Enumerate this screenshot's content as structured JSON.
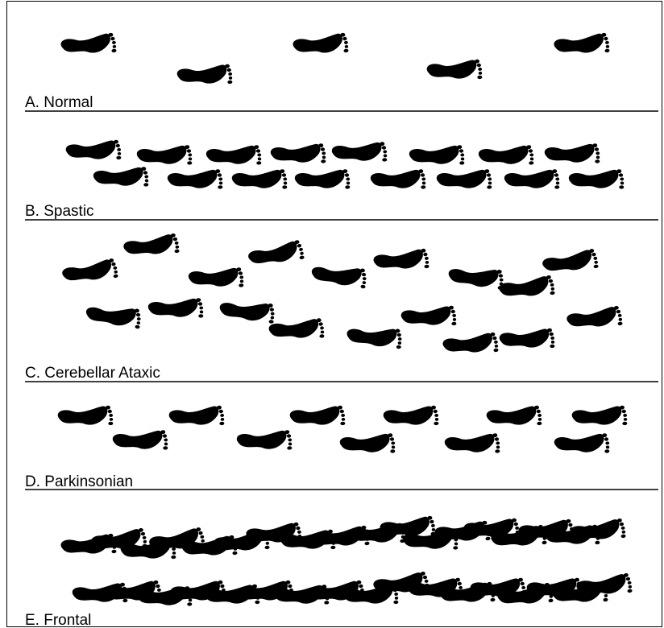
{
  "panels": [
    {
      "label": "A. Normal"
    },
    {
      "label": "B. Spastic"
    },
    {
      "label": "C. Cerebellar Ataxic"
    },
    {
      "label": "D. Parkinsonian"
    },
    {
      "label": "E. Frontal"
    }
  ]
}
